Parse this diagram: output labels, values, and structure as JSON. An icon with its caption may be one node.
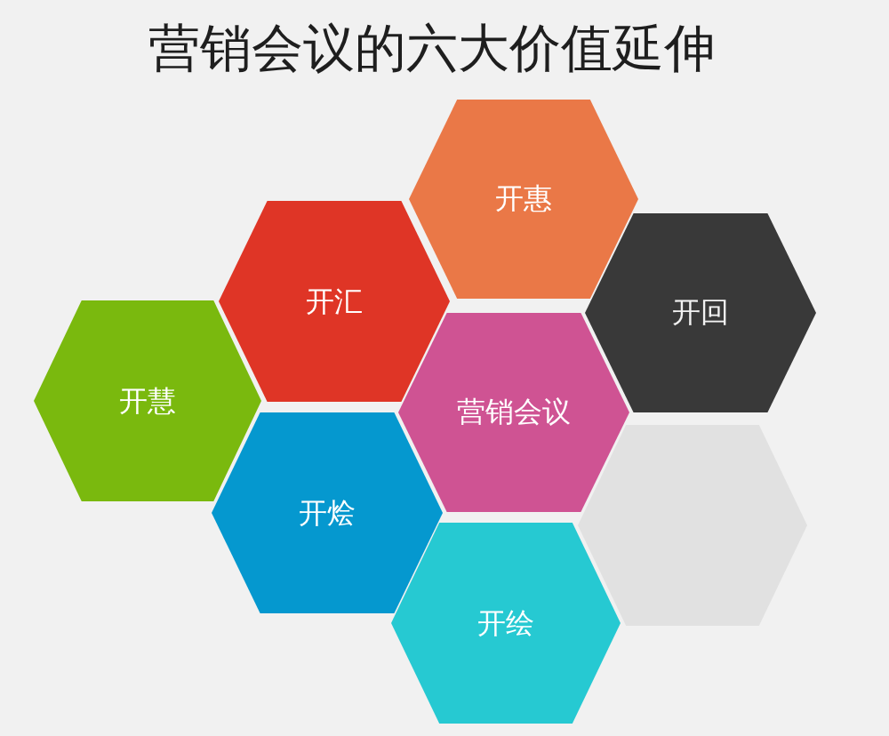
{
  "diagram": {
    "title": "营销会议的六大价值延伸",
    "nodes": [
      {
        "text": [
          "开惠"
        ]
      },
      {
        "text": [
          "开汇"
        ]
      },
      {
        "text": [
          "开回"
        ]
      },
      {
        "text": [
          "开慧"
        ]
      },
      {
        "text": [
          "营销会议"
        ]
      },
      {
        "text": [
          "开烩"
        ]
      },
      {
        "text": [],
        "shape": "hexagon"
      },
      {
        "text": [
          "开绘"
        ]
      }
    ]
  }
}
